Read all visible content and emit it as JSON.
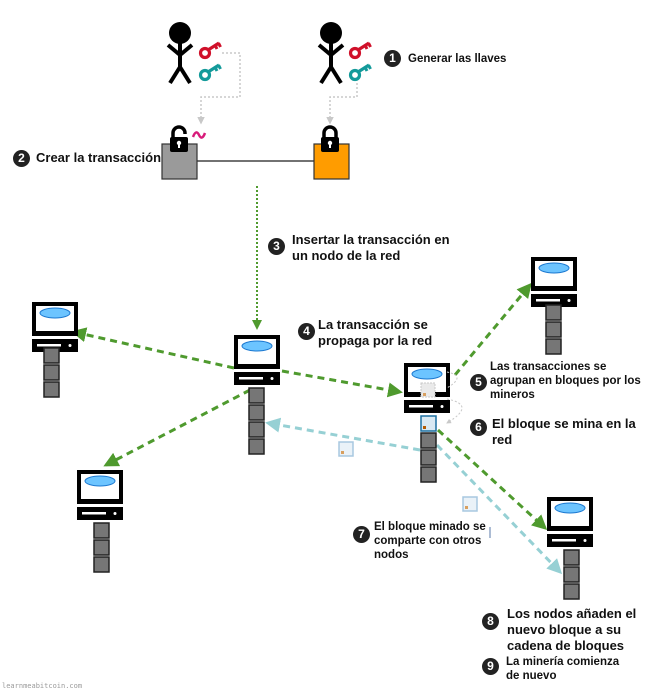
{
  "steps": [
    {
      "number": "1",
      "text": "Generar las llaves"
    },
    {
      "number": "2",
      "text": "Crear la transacción"
    },
    {
      "number": "3",
      "text": "Insertar la transacción en un nodo de la red",
      "lines": [
        "Insertar la transacción en",
        "un nodo de la red"
      ]
    },
    {
      "number": "4",
      "text": "La transacción se propaga por la red",
      "lines": [
        "La transacción se",
        "propaga por la red"
      ]
    },
    {
      "number": "5",
      "text": "Las transacciones se agrupan en bloques por los mineros",
      "lines": [
        "Las transacciones se",
        "agrupan en bloques por los",
        "mineros"
      ]
    },
    {
      "number": "6",
      "text": "El bloque se mina en la red",
      "lines": [
        "El bloque se mina en la",
        "red"
      ]
    },
    {
      "number": "7",
      "text": "El bloque minado se comparte con otros nodos",
      "lines": [
        "El bloque minado se",
        "comparte con otros",
        "nodos"
      ]
    },
    {
      "number": "8",
      "text": "Los nodos añaden el nuevo bloque a su cadena de bloques",
      "lines": [
        "Los nodos añaden el",
        "nuevo bloque a su",
        "cadena de bloques"
      ]
    },
    {
      "number": "9",
      "text": "La minería comienza de nuevo",
      "lines": [
        "La minería comienza",
        "de nuevo"
      ]
    }
  ],
  "colors": {
    "private_key": "#d0102a",
    "public_key": "#139a9a",
    "propagation_arrow": "#4f9a2e",
    "block_share_arrow": "#96d0d4",
    "sender_box": "#9a9a9a",
    "receiver_box": "#ff9c00",
    "signature": "#d81b7a",
    "screen_oval": "#6cc4ff",
    "chain_block": "#767676"
  },
  "watermark": "learnmeabitcoin.com"
}
